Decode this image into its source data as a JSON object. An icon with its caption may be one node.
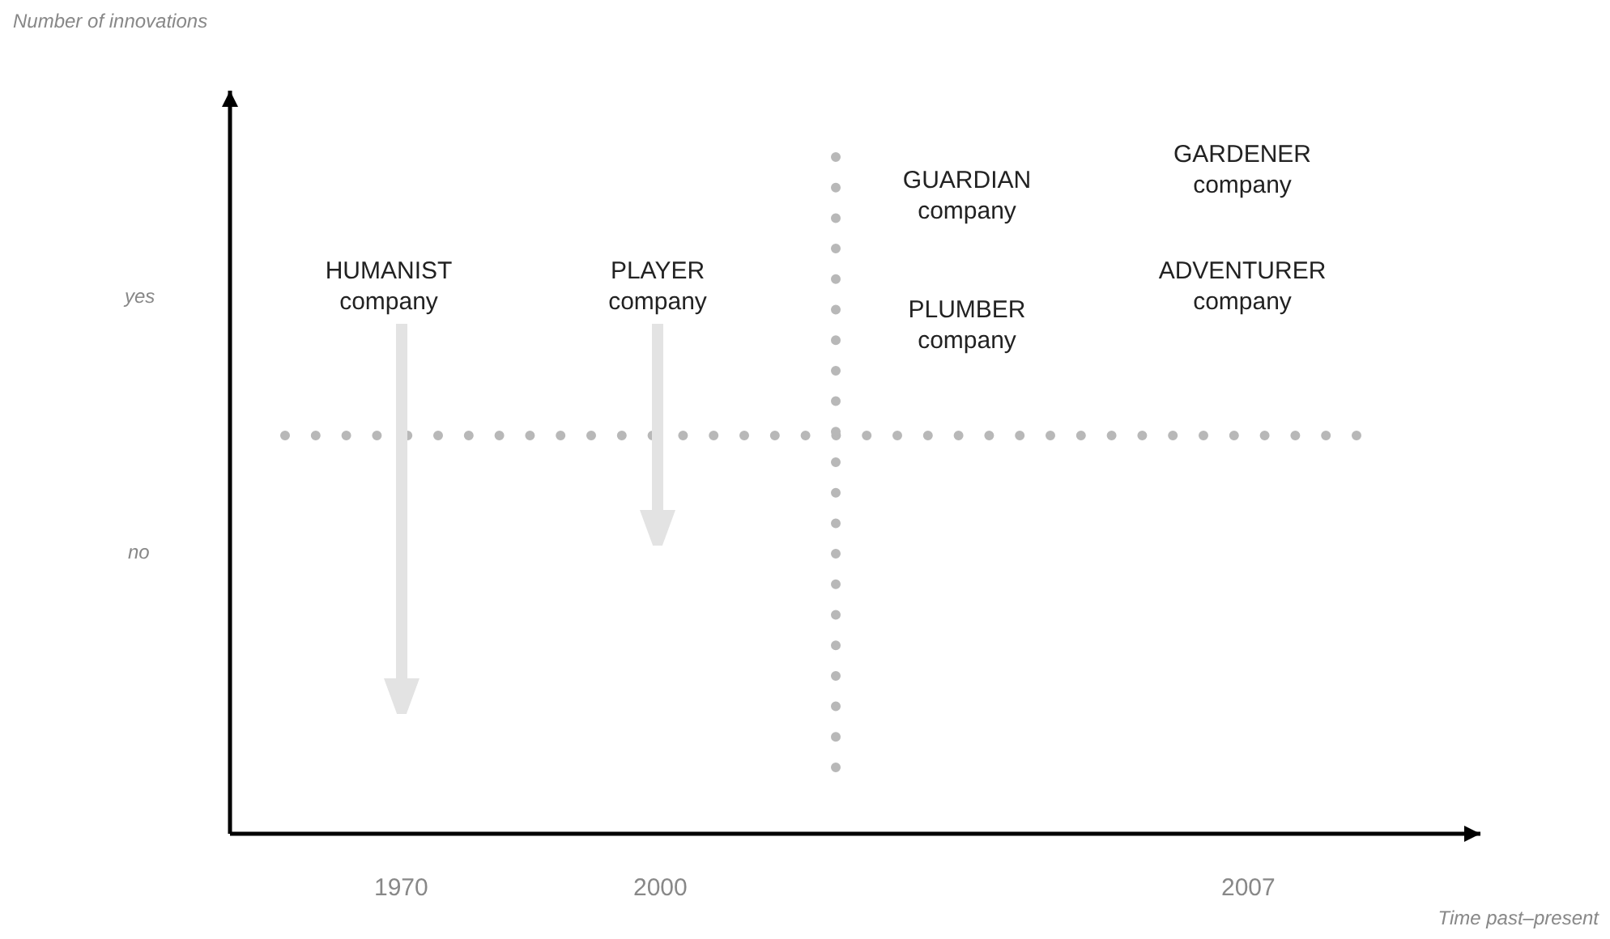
{
  "diagram": {
    "nodes": [
      {
        "text": [
          "HUMANIST company"
        ]
      },
      {
        "text": [
          "PLAYER company"
        ]
      },
      {
        "text": [
          "GUARDIAN company"
        ]
      },
      {
        "text": [
          "GARDENER company"
        ]
      },
      {
        "text": [
          "ADVENTURER company"
        ]
      },
      {
        "text": [
          "PLUMBER company"
        ]
      }
    ],
    "edges": [
      {
        "from": 0,
        "to": null,
        "arrow": "to"
      },
      {
        "from": 1,
        "to": null,
        "arrow": "to"
      }
    ],
    "labels": [
      "Number of innovations",
      "yes",
      "no",
      "1970",
      "2000",
      "2007",
      "Time past–present"
    ]
  }
}
